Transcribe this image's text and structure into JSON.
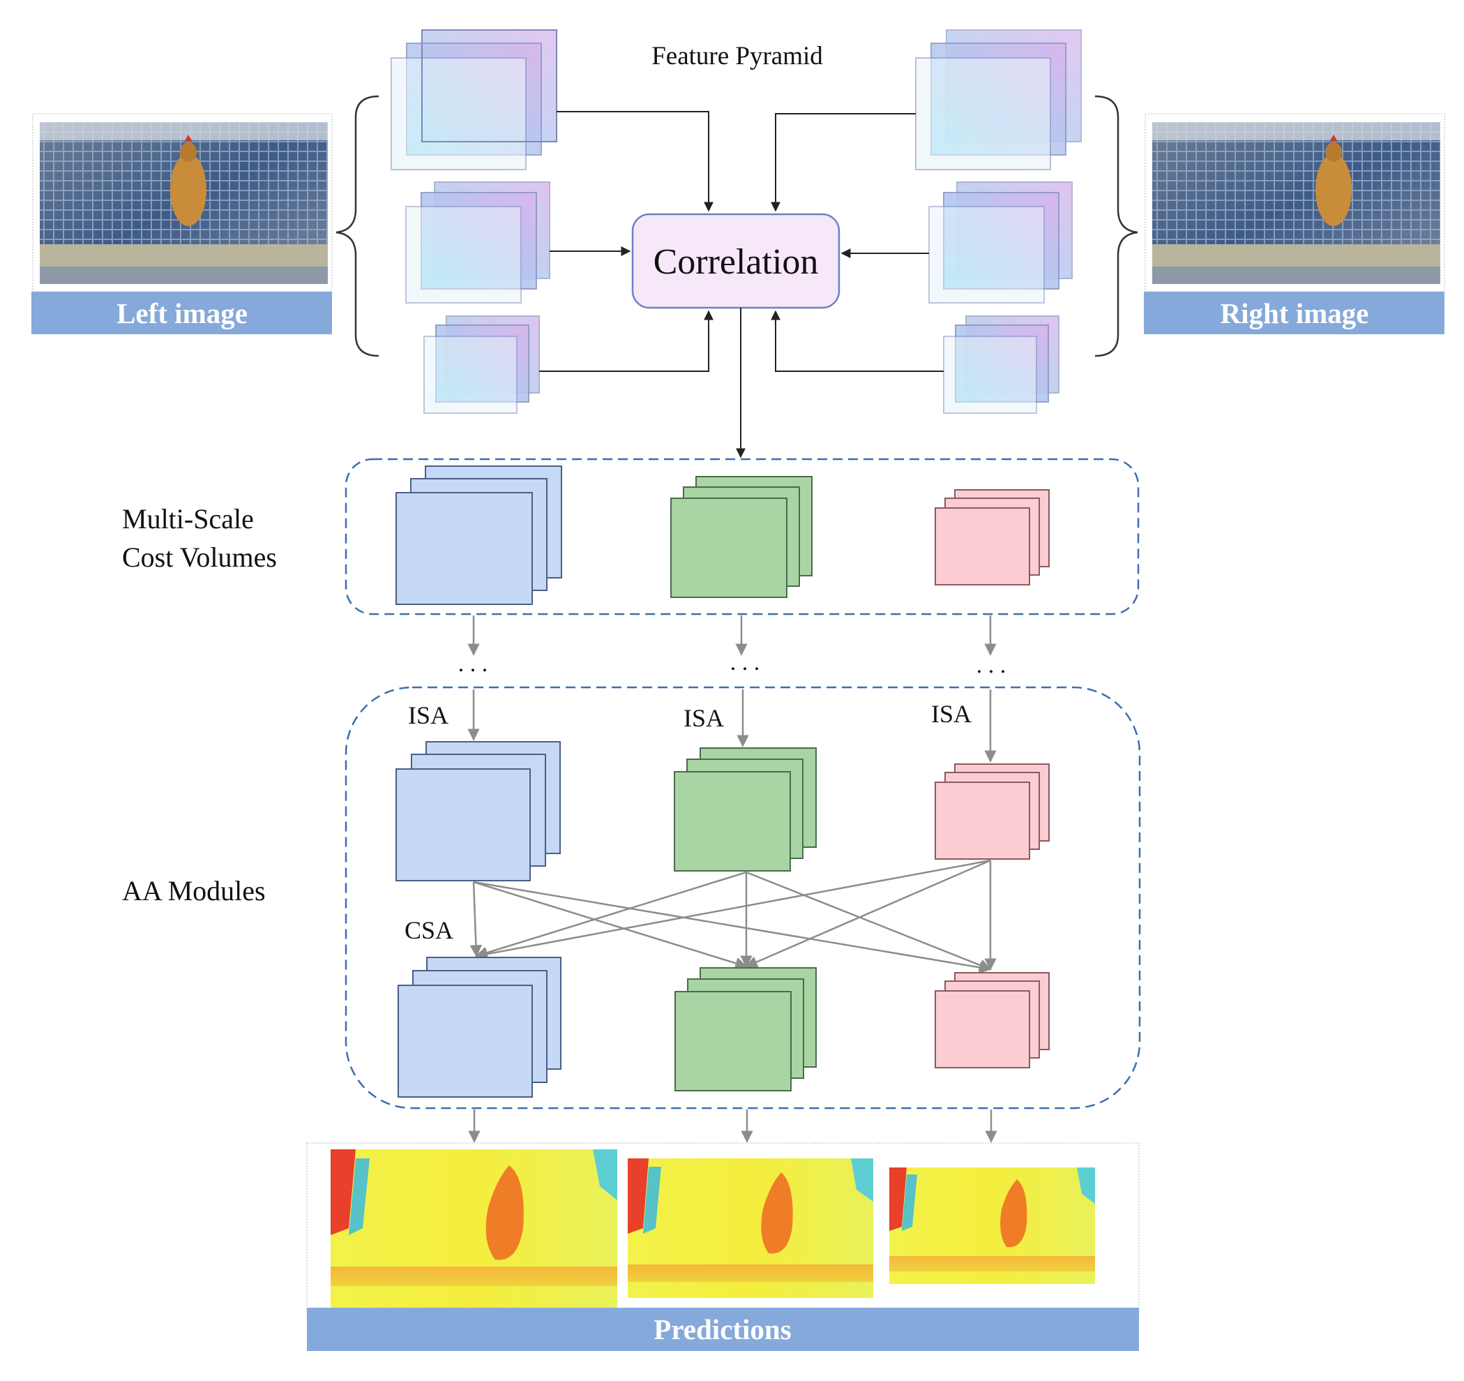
{
  "labels": {
    "feature_pyramid": "Feature Pyramid",
    "correlation": "Correlation",
    "left_image": "Left image",
    "right_image": "Right image",
    "cost_volumes_line1": "Multi-Scale",
    "cost_volumes_line2": "Cost Volumes",
    "aa_modules": "AA Modules",
    "isa": "ISA",
    "csa": "CSA",
    "predictions": "Predictions",
    "ellipsis": ". . ."
  },
  "colors": {
    "banner": "#85a9da",
    "scale_blue": "#c5d9f6",
    "scale_green": "#a8d5a3",
    "scale_pink": "#fbcdd2",
    "dashed_border": "#3d6eb0",
    "arrow_gray": "#8c8c8c",
    "correlation_fill": "#f6e7f9",
    "correlation_border": "#6b82c8"
  },
  "icons": {
    "input_photo": "chicken-in-cage-photo",
    "prediction_map": "disparity-heatmap"
  }
}
